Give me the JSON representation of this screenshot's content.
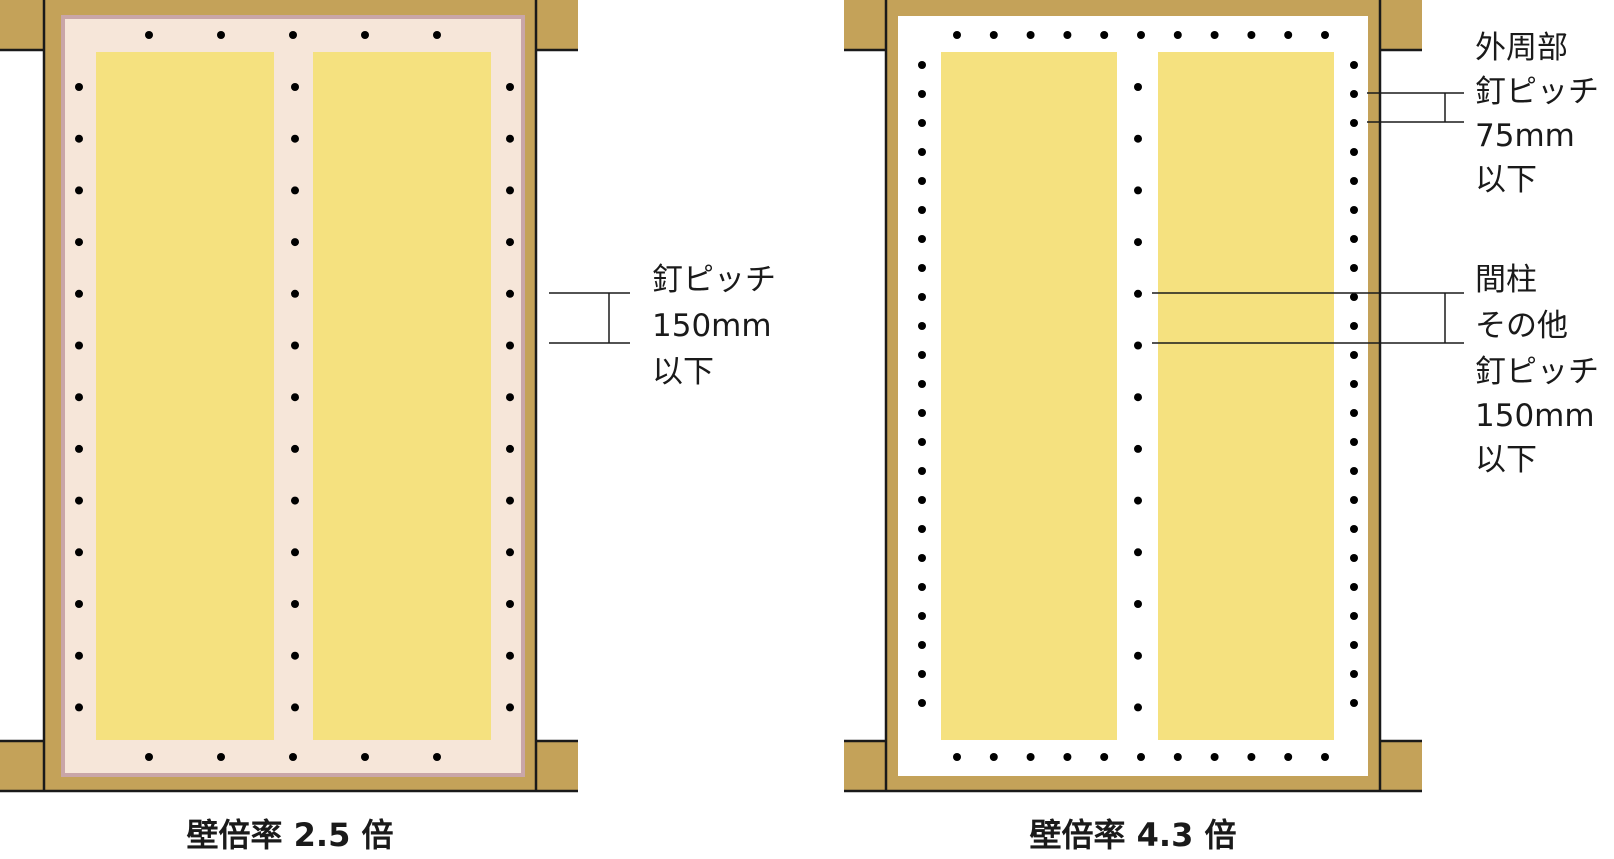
{
  "colors": {
    "lumber": "#c4a259",
    "outline": "#1a1a1a",
    "stud_fill": "#f5e17f",
    "sheet_left": "#f6e6d9",
    "sheet_left_border": "#c9a6a8",
    "sheet_right": "#ffffff",
    "nail": "#000000"
  },
  "left_wall": {
    "caption": "壁倍率 2.5 倍",
    "callout": {
      "lines": [
        "釘ピッチ",
        "150mm",
        "以下"
      ]
    }
  },
  "right_wall": {
    "caption": "壁倍率 4.3 倍",
    "callout_perimeter": {
      "lines": [
        "外周部",
        "釘ピッチ",
        "75mm",
        "以下"
      ]
    },
    "callout_intermediate": {
      "lines": [
        "間柱",
        "その他",
        "釘ピッチ",
        "150mm",
        "以下"
      ]
    }
  }
}
